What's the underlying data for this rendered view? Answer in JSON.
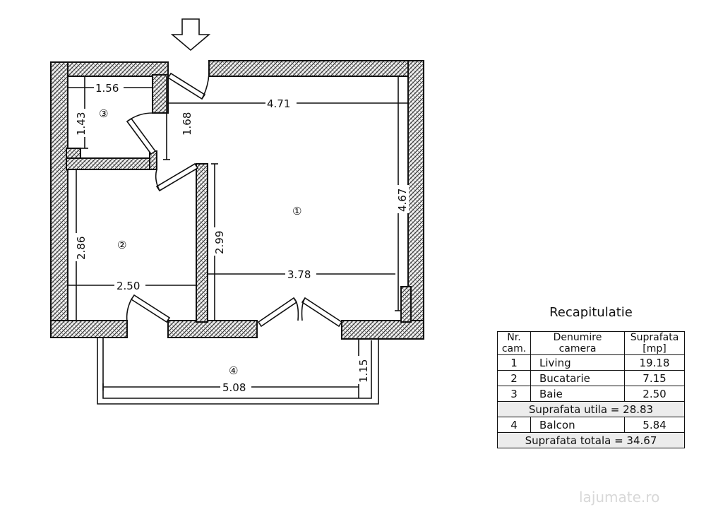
{
  "plan": {
    "dims": {
      "baie_w": "1.56",
      "baie_h": "1.43",
      "hall_h": "1.68",
      "living_w": "4.71",
      "living_h": "4.67",
      "bucatarie_h": "2.86",
      "bucatarie_w": "2.50",
      "living_wall_h": "2.99",
      "living_w2": "3.78",
      "balcon_w": "5.08",
      "balcon_h": "1.15"
    },
    "rooms": [
      "①",
      "②",
      "③",
      "④"
    ]
  },
  "recap": {
    "title": "Recapitulatie",
    "headers": [
      "Nr. cam.",
      "Denumire camera",
      "Suprafata [mp]"
    ],
    "rows": [
      {
        "nr": "1",
        "name": "Living",
        "area": "19.18"
      },
      {
        "nr": "2",
        "name": "Bucatarie",
        "area": "7.15"
      },
      {
        "nr": "3",
        "name": "Baie",
        "area": "2.50"
      }
    ],
    "utila": "Suprafata utila = 28.83",
    "balcon": {
      "nr": "4",
      "name": "Balcon",
      "area": "5.84"
    },
    "totala": "Suprafata totala = 34.67"
  },
  "watermark": "lajumate.ro"
}
